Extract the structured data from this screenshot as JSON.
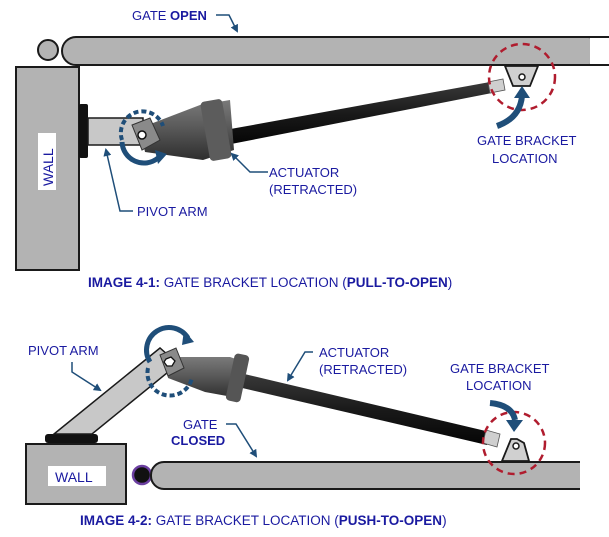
{
  "colors": {
    "label": "#1a1aa0",
    "callout_arrow": "#1f4e79",
    "rotation_arrow": "#1f4e79",
    "highlight_circle": "#b01c2e",
    "gate_fill": "#b3b3b3",
    "wall_fill": "#b3b3b3",
    "actuator_body": "#4a4a4a",
    "actuator_rod": "#1e1e1e",
    "hinge_closed": "#6b3fa0"
  },
  "figure1": {
    "gate_label_prefix": "GATE ",
    "gate_label_state": "OPEN",
    "wall_label": "WALL",
    "pivot_arm_label": "PIVOT ARM",
    "actuator_label_line1": "ACTUATOR",
    "actuator_label_line2": "(RETRACTED)",
    "bracket_label_line1": "GATE BRACKET",
    "bracket_label_line2": "LOCATION",
    "caption_prefix": "IMAGE 4-1:",
    "caption_text": " GATE BRACKET LOCATION (",
    "caption_mode": "PULL-TO-OPEN",
    "caption_suffix": ")"
  },
  "figure2": {
    "pivot_arm_label": "PIVOT ARM",
    "actuator_label_line1": "ACTUATOR",
    "actuator_label_line2": "(RETRACTED)",
    "bracket_label_line1": "GATE BRACKET",
    "bracket_label_line2": "LOCATION",
    "gate_label_line1": "GATE",
    "gate_label_line2": "CLOSED",
    "wall_label": "WALL",
    "caption_prefix": "IMAGE 4-2:",
    "caption_text": " GATE BRACKET LOCATION (",
    "caption_mode": "PUSH-TO-OPEN",
    "caption_suffix": ")"
  }
}
